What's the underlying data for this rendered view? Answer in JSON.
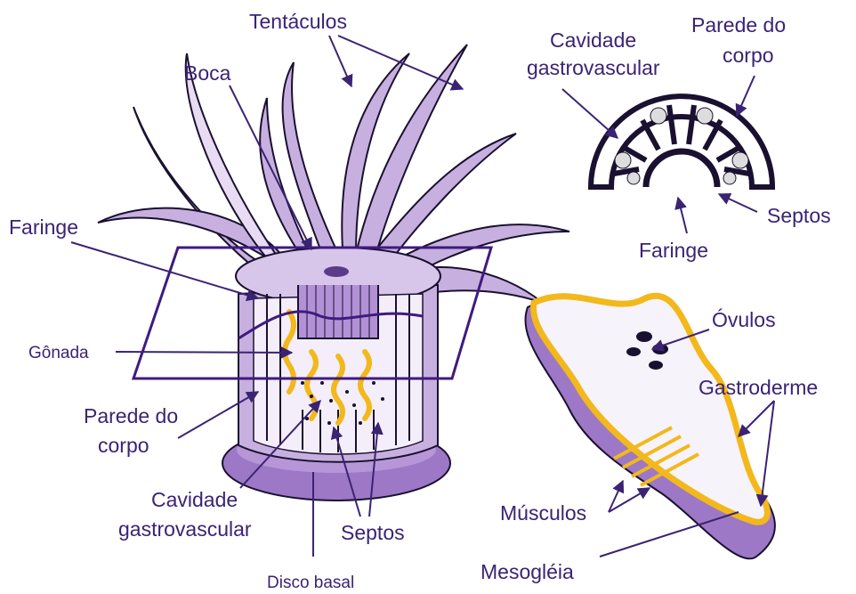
{
  "labels": {
    "tentaculos": "Tentáculos",
    "boca": "Boca",
    "faringe_left": "Faringe",
    "gonada": "Gônada",
    "parede_left_1": "Parede do",
    "parede_left_2": "corpo",
    "cavidade_left_1": "Cavidade",
    "cavidade_left_2": "gastrovascular",
    "septos_left": "Septos",
    "disco_basal": "Disco basal",
    "cavidade_right_1": "Cavidade",
    "cavidade_right_2": "gastrovascular",
    "parede_right_1": "Parede do",
    "parede_right_2": "corpo",
    "septos_right": "Septos",
    "faringe_right": "Faringe",
    "ovulos": "Óvulos",
    "gastroderme": "Gastroderme",
    "musculos": "Músculos",
    "mesogleia": "Mesogléia"
  },
  "colors": {
    "body_purple": "#c7b0df",
    "dark_purple": "#7c52ad",
    "outline": "#1a1030",
    "section_line": "#3f1a80",
    "label_text": "#3b2374",
    "gonad_yellow": "#f2b81c",
    "tentacle_light": "#e8dcf2"
  }
}
